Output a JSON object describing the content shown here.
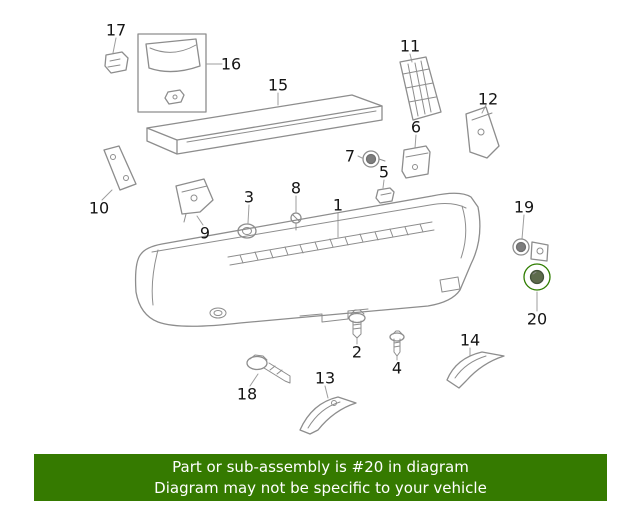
{
  "diagram": {
    "highlight_color": "#2f7d00",
    "highlighted_part": "20",
    "labels": [
      {
        "text": "17"
      },
      {
        "text": "16"
      },
      {
        "text": "15"
      },
      {
        "text": "11"
      },
      {
        "text": "12"
      },
      {
        "text": "6"
      },
      {
        "text": "7"
      },
      {
        "text": "5"
      },
      {
        "text": "10"
      },
      {
        "text": "9"
      },
      {
        "text": "3"
      },
      {
        "text": "8"
      },
      {
        "text": "1"
      },
      {
        "text": "19"
      },
      {
        "text": "20"
      },
      {
        "text": "2"
      },
      {
        "text": "4"
      },
      {
        "text": "14"
      },
      {
        "text": "18"
      },
      {
        "text": "13"
      }
    ]
  },
  "banner": {
    "bg_color": "#357a00",
    "text_color": "#ffffff",
    "line1": "Part or sub-assembly is #20 in diagram",
    "line2": "Diagram may not be specific to your vehicle"
  }
}
